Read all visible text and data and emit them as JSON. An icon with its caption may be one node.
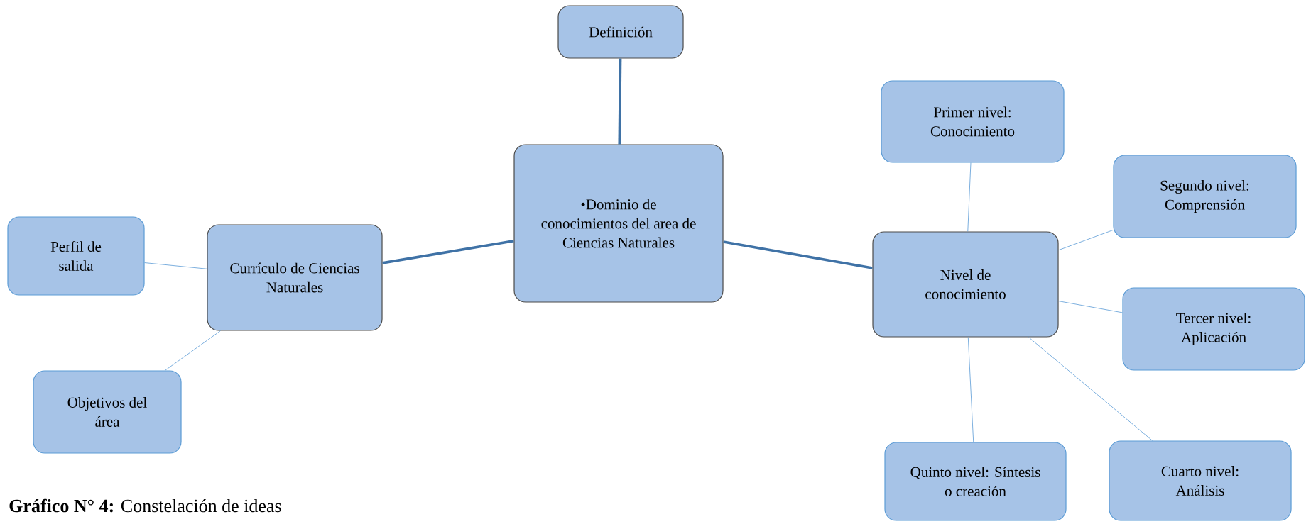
{
  "diagram": {
    "caption": "**Gráfico N° 4:** Constelación de ideas",
    "nodes": [
      {
        "text": [
          "Definición"
        ]
      },
      {
        "text": [
          "•Dominio de conocimientos del area de Ciencias Naturales"
        ]
      },
      {
        "text": [
          "Currículo de Ciencias Naturales"
        ]
      },
      {
        "text": [
          "Perfil de salida"
        ]
      },
      {
        "text": [
          "Objetivos del área"
        ]
      },
      {
        "text": [
          "Nivel de conocimiento"
        ]
      },
      {
        "text": [
          "Primer nivel: Conocimiento"
        ]
      },
      {
        "text": [
          "Segundo nivel: Comprensión"
        ]
      },
      {
        "text": [
          "Tercer nivel: Aplicación"
        ]
      },
      {
        "text": [
          "Cuarto nivel: Análisis"
        ]
      },
      {
        "text": [
          "Quinto nivel: Síntesis o creación"
        ]
      }
    ],
    "edges": [
      {
        "from": 1,
        "to": 0,
        "arrow": "none",
        "style": "thick",
        "color": "#3f72a6"
      },
      {
        "from": 1,
        "to": 2,
        "arrow": "none",
        "style": "thick",
        "color": "#3f72a6"
      },
      {
        "from": 1,
        "to": 5,
        "arrow": "none",
        "style": "thick",
        "color": "#3f72a6"
      },
      {
        "from": 2,
        "to": 3,
        "arrow": "none"
      },
      {
        "from": 2,
        "to": 4,
        "arrow": "none"
      },
      {
        "from": 5,
        "to": 6,
        "arrow": "none"
      },
      {
        "from": 5,
        "to": 7,
        "arrow": "none"
      },
      {
        "from": 5,
        "to": 8,
        "arrow": "none"
      },
      {
        "from": 5,
        "to": 9,
        "arrow": "none"
      },
      {
        "from": 5,
        "to": 10,
        "arrow": "none"
      }
    ]
  }
}
